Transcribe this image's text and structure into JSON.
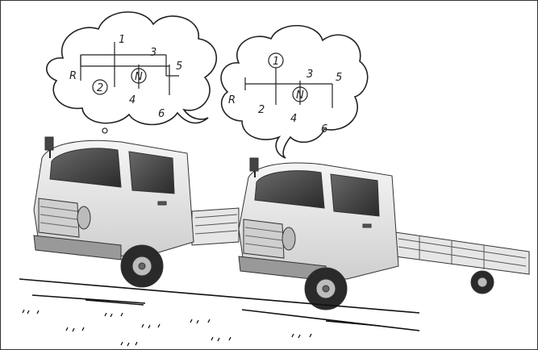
{
  "shift_diagrams": [
    {
      "selected_gear": "2",
      "labels": {
        "g1": "1",
        "g2": "2",
        "g3": "3",
        "g4": "4",
        "g5": "5",
        "g6": "6",
        "neutral": "N",
        "reverse": "R"
      }
    },
    {
      "selected_gear": "1",
      "labels": {
        "g1": "1",
        "g2": "2",
        "g3": "3",
        "g4": "4",
        "g5": "5",
        "g6": "6",
        "neutral": "N",
        "reverse": "R"
      }
    }
  ],
  "colors": {
    "ink": "#1a1a1a",
    "truck_body": "#eeeeee",
    "cab_shadow": "#bdbdbd",
    "background": "#ffffff"
  }
}
